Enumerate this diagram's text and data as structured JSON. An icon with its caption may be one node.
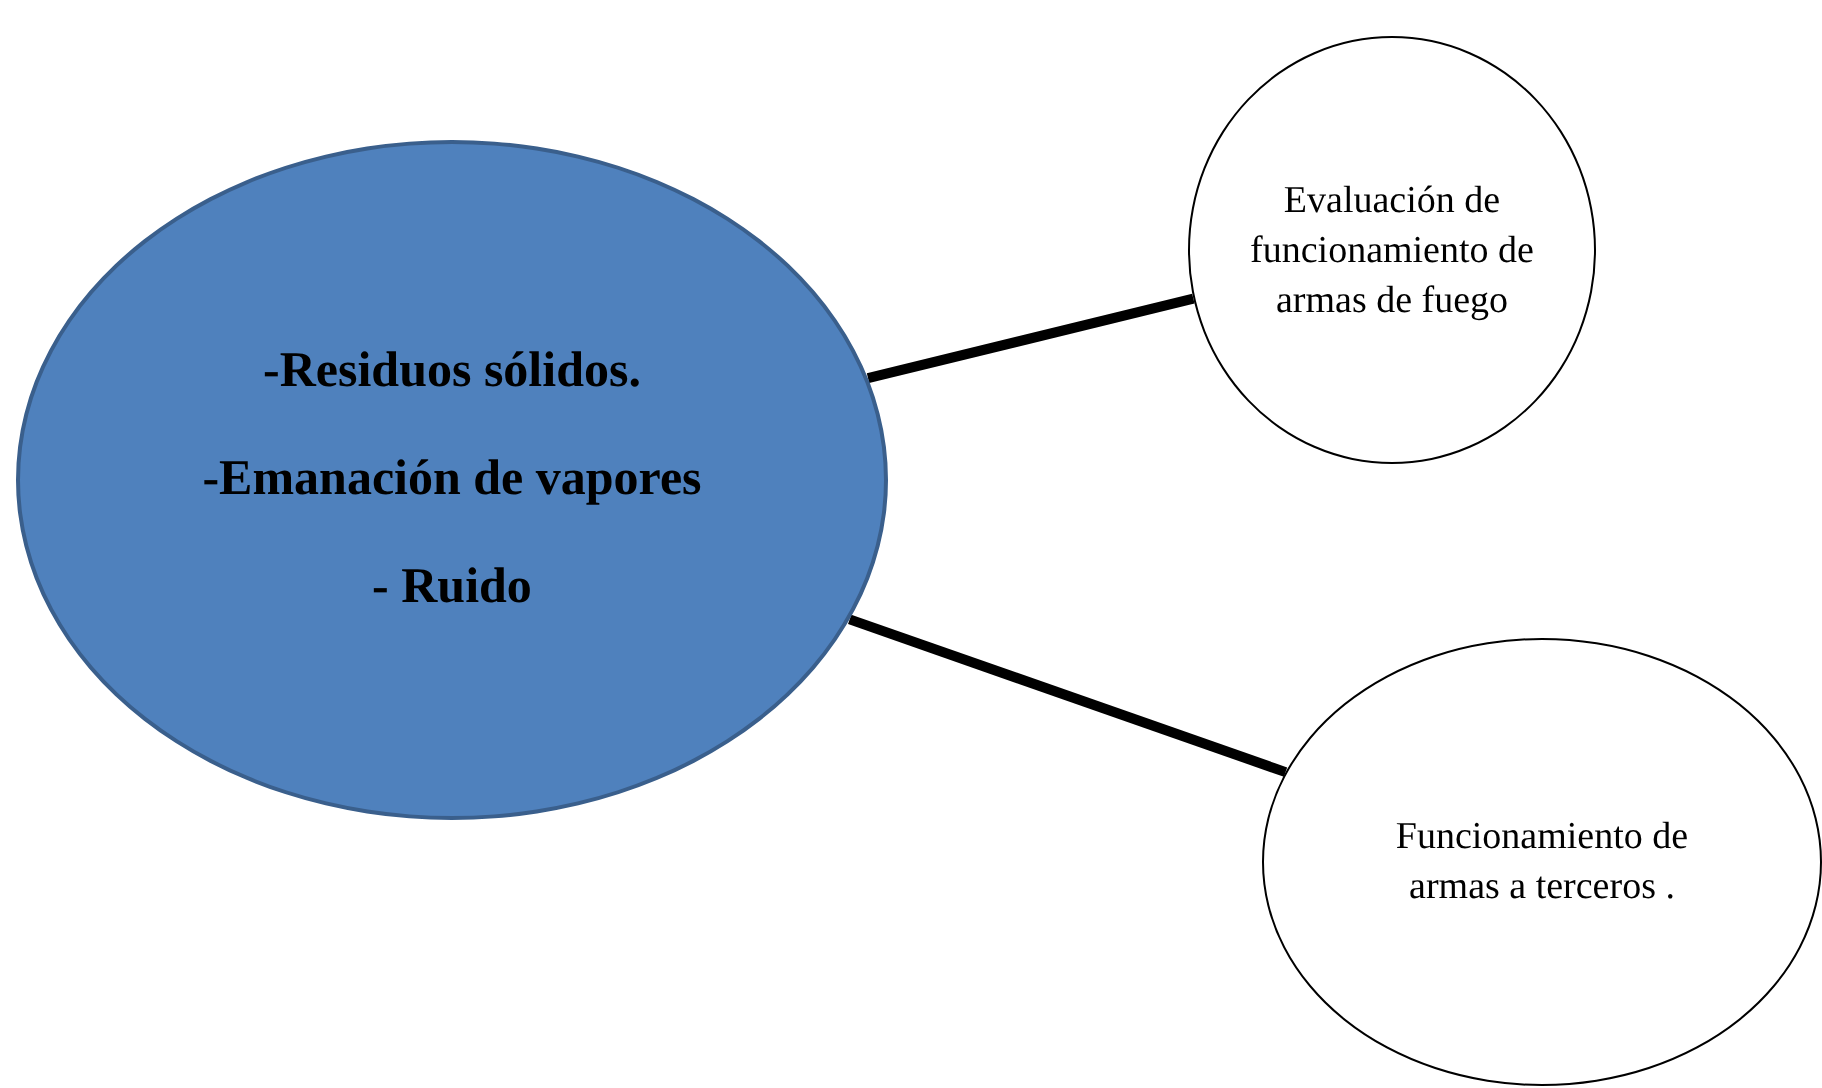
{
  "diagram": {
    "nodes": [
      {
        "text": [
          "-Residuos sólidos.",
          "-Emanación de vapores",
          "- Ruido"
        ]
      },
      {
        "text": [
          "Evaluación de funcionamiento de armas de fuego"
        ]
      },
      {
        "text": [
          "Funcionamiento de armas a terceros ."
        ]
      }
    ],
    "edges": [
      {
        "from": 0,
        "to": 1,
        "arrow": "none"
      },
      {
        "from": 0,
        "to": 2,
        "arrow": "none"
      }
    ]
  }
}
